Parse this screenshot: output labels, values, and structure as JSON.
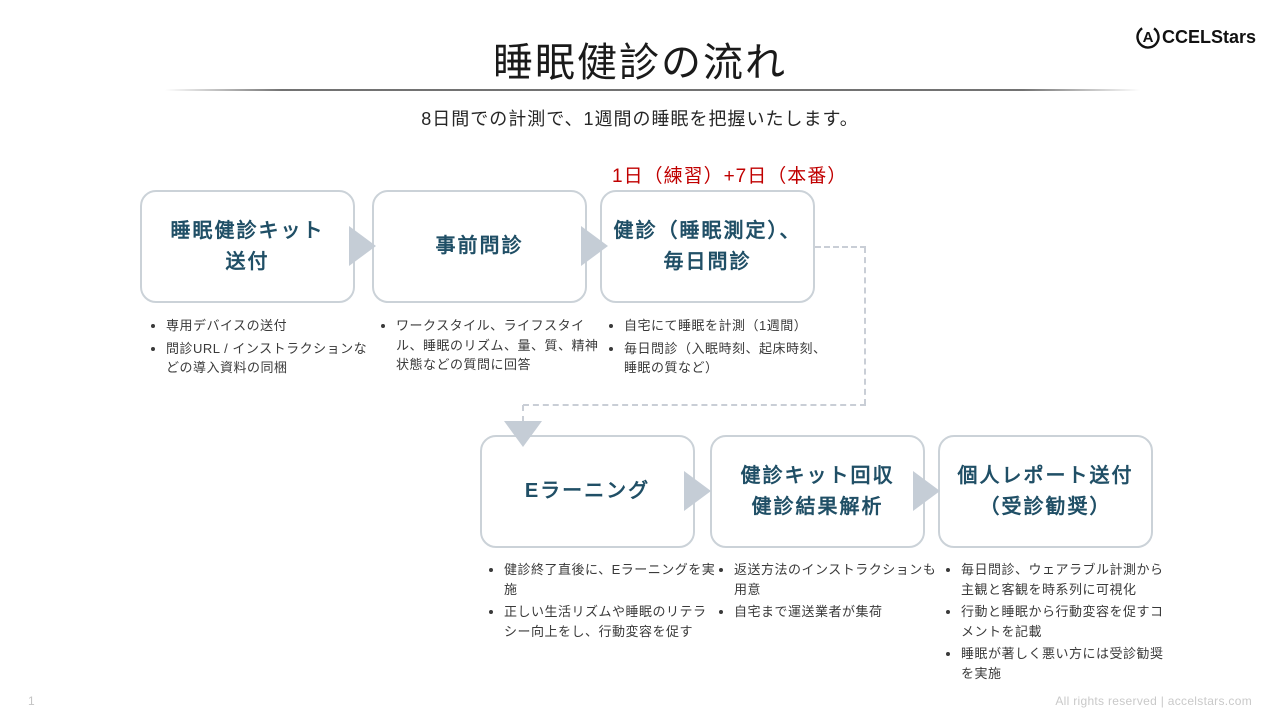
{
  "header": {
    "title": "睡眠健診の流れ",
    "subtitle": "8日間での計測で、1週間の睡眠を把握いたします。",
    "logo": {
      "mark_letter": "A",
      "text": "CCELStars"
    }
  },
  "flow": {
    "annotation": "1日（練習）+7日（本番）",
    "annotation_color": "#C00000",
    "row1": [
      {
        "title": "睡眠健診キット\n送付",
        "bullets": [
          "専用デバイスの送付",
          "問診URL / インストラクションなどの導入資料の同梱"
        ]
      },
      {
        "title": "事前問診",
        "bullets": [
          "ワークスタイル、ライフスタイル、睡眠のリズム、量、質、精神状態などの質問に回答"
        ]
      },
      {
        "title": "健診（睡眠測定）、\n毎日問診",
        "bullets": [
          "自宅にて睡眠を計測（1週間）",
          "毎日問診（入眠時刻、起床時刻、睡眠の質など）"
        ]
      }
    ],
    "row2": [
      {
        "title_prefix": "E",
        "title": "ラーニング",
        "bullets": [
          "健診終了直後に、Eラーニングを実施",
          "正しい生活リズムや睡眠のリテラシー向上をし、行動変容を促す"
        ]
      },
      {
        "title": "健診キット回収\n健診結果解析",
        "bullets": [
          "返送方法のインストラクションも用意",
          "自宅まで運送業者が集荷"
        ]
      },
      {
        "title": "個人レポート送付\n（受診勧奨）",
        "bullets": [
          "毎日問診、ウェアラブル計測から主観と客観を時系列に可視化",
          "行動と睡眠から行動変容を促すコメントを記載",
          "睡眠が著しく悪い方には受診勧奨を実施"
        ]
      }
    ]
  },
  "footer": {
    "page_number": "1",
    "rights": "All rights reserved |  accelstars.com"
  },
  "colors": {
    "box_text": "#204F66",
    "box_border": "#CBD2D8",
    "arrow": "#C5CDD6",
    "annotation_red": "#C00000"
  }
}
